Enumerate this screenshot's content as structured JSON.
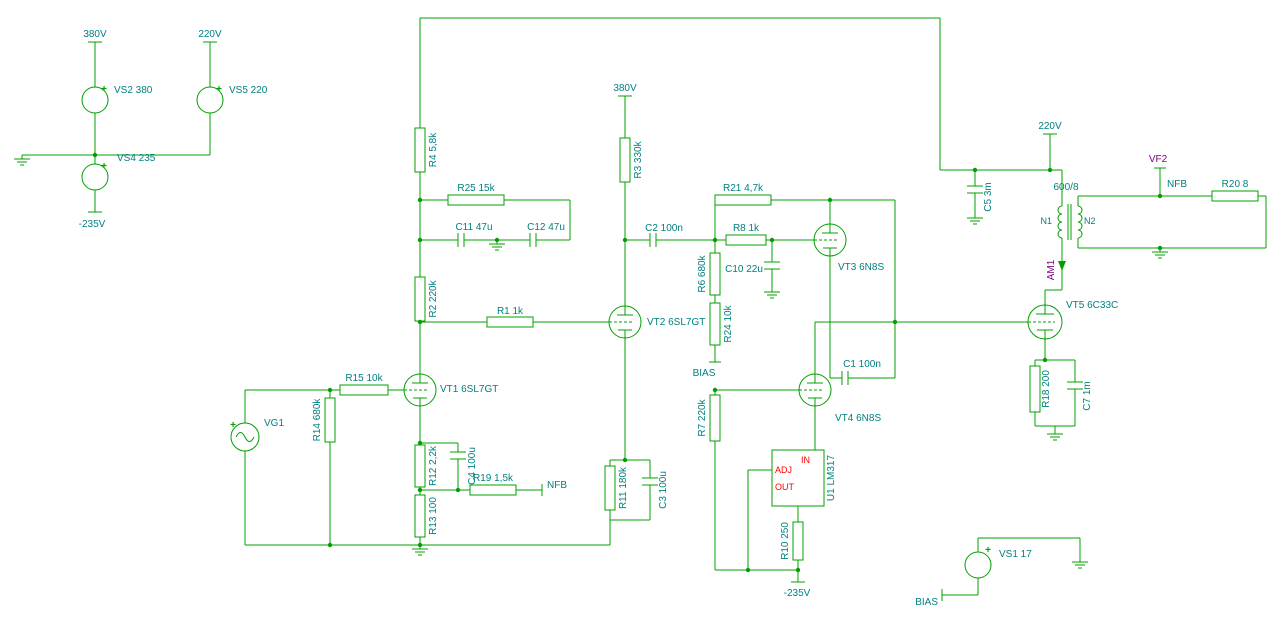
{
  "colors": {
    "wire": "#00A000",
    "label": "#008080",
    "probe": "#800080",
    "pin": "#FF0000",
    "background": "#FFFFFF"
  },
  "schematic": {
    "nodes": {
      "v380_left": "380V",
      "v220_left": "220V",
      "vneg235_left": "-235V",
      "v380_mid": "380V",
      "bias_mid": "BIAS",
      "nfb_left": "NFB",
      "vneg235_mid": "-235V",
      "v220_right": "220V",
      "nfb_right": "NFB",
      "bias_right": "BIAS"
    },
    "sources": {
      "vs2": "VS2 380",
      "vs5": "VS5 220",
      "vs4": "VS4 235",
      "vg1": "VG1",
      "vs1": "VS1 17"
    },
    "resistors": {
      "r1": "R1 1k",
      "r2": "R2 220k",
      "r3": "R3 330k",
      "r4": "R4 5,8k",
      "r6": "R6 680k",
      "r7": "R7 220k",
      "r8": "R8 1k",
      "r10": "R10 250",
      "r11": "R11 180k",
      "r12": "R12 2,2k",
      "r13": "R13 100",
      "r14": "R14 680k",
      "r15": "R15 10k",
      "r18": "R18 200",
      "r19": "R19 1,5k",
      "r20": "R20 8",
      "r21": "R21 4,7k",
      "r24": "R24 10k",
      "r25": "R25 15k"
    },
    "capacitors": {
      "c1": "C1 100n",
      "c2": "C2 100n",
      "c3": "C3 100u",
      "c4": "C4 100u",
      "c5": "C5 3m",
      "c7": "C7 1m",
      "c10": "C10 22u",
      "c11": "C11 47u",
      "c12": "C12 47u"
    },
    "tubes": {
      "vt1": "VT1 6SL7GT",
      "vt2": "VT2 6SL7GT",
      "vt3": "VT3 6N8S",
      "vt4": "VT4 6N8S",
      "vt5": "VT5 6C33C"
    },
    "ic": {
      "u1": "U1 LM317",
      "pins": {
        "adj": "ADJ",
        "in": "IN",
        "out": "OUT"
      }
    },
    "transformer": {
      "ratio": "600/8",
      "n1": "N1",
      "n2": "N2"
    },
    "meter": {
      "am1": "AM1"
    },
    "probes": {
      "vf2": "VF2"
    },
    "misc": {
      "plus": "+"
    }
  }
}
